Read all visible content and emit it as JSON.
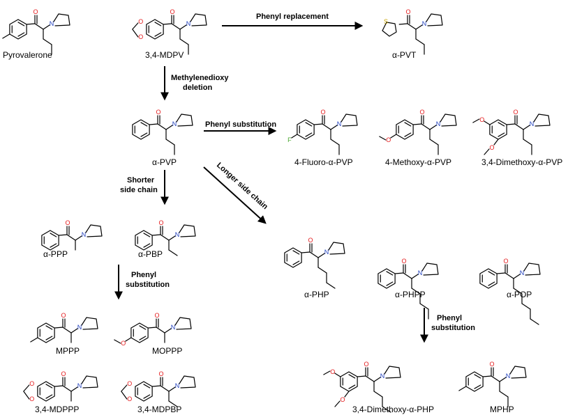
{
  "compounds": {
    "pyrovalerone": "Pyrovalerone",
    "mdpv": "3,4-MDPV",
    "apvt": "α-PVT",
    "apvp": "α-PVP",
    "fluoro": "4-Fluoro-α-PVP",
    "methoxy": "4-Methoxy-α-PVP",
    "dimethoxy": "3,4-Dimethoxy-α-PVP",
    "appp": "α-PPP",
    "apbp": "α-PBP",
    "aphp": "α-PHP",
    "aphpp": "α-PHPP",
    "apop": "α-POP",
    "mppp": "MPPP",
    "moppp": "MOPPP",
    "mdppp": "3,4-MDPPP",
    "mdpbp": "3,4-MDPBP",
    "dimethoxyphp": "3,4-Dimethoxy-α-PHP",
    "mphp": "MPHP"
  },
  "arrows": {
    "phenyl_replacement": "Phenyl replacement",
    "methylenedioxy_1": "Methylenedioxy",
    "methylenedioxy_2": "deletion",
    "phenyl_substitution": "Phenyl substitution",
    "shorter_1": "Shorter",
    "shorter_2": "side chain",
    "longer": "Longer side chain",
    "phenyl_1": "Phenyl",
    "phenyl_2": "substitution",
    "phenyl_b1": "Phenyl",
    "phenyl_b2": "substitution"
  },
  "atoms": {
    "oxygen": "O",
    "nitrogen": "N",
    "sulfur": "S",
    "fluorine": "F"
  },
  "colors": {
    "oxygen": "#e31a1c",
    "nitrogen": "#1f3fbf",
    "sulfur": "#c9a400",
    "fluorine": "#49a82f"
  }
}
